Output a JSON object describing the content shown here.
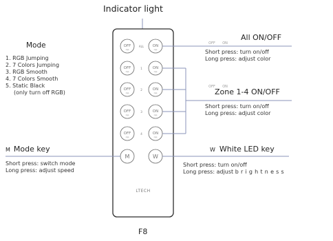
{
  "title": "Indicator light",
  "model": "F8",
  "brand": "LTECH",
  "mode_section": {
    "heading": "Mode",
    "items": [
      "1. RGB Jumping",
      "2. 7 Colors Jumping",
      "3. RGB Smooth",
      "4. 7 Colors Smooth",
      "5. Static Black",
      "(only turn off RGB)"
    ]
  },
  "mode_key": {
    "icon_letter": "M",
    "label": "Mode key",
    "short_press": "Short press: switch mode",
    "long_press": "Long press: adjust speed"
  },
  "all_onoff": {
    "off_label": "OFF",
    "on_label": "ON",
    "label": "All ON/OFF",
    "short_press": "Short press: turn on/off",
    "long_press": "Long press: adjust color"
  },
  "zone_onoff": {
    "off_label": "OFF",
    "on_label": "ON",
    "label": "Zone 1-4  ON/OFF",
    "short_press": "Short press: turn on/off",
    "long_press": "Long press: adjust color"
  },
  "white_key": {
    "icon_letter": "W",
    "label": "White LED key",
    "short_press": "Short press: turn on/off",
    "long_press_prefix": "Long press: adjust",
    "long_press_word": "brightness"
  },
  "remote": {
    "off_text": "OFF",
    "on_text": "ON",
    "sub_text": "rcp",
    "row_labels": [
      "ALL",
      "1",
      "2",
      "3",
      "4"
    ],
    "mode_button": "M",
    "white_button": "W"
  },
  "colors": {
    "line": "#8a93b8",
    "remote_outline": "#2b2b2b",
    "text": "#222222"
  }
}
